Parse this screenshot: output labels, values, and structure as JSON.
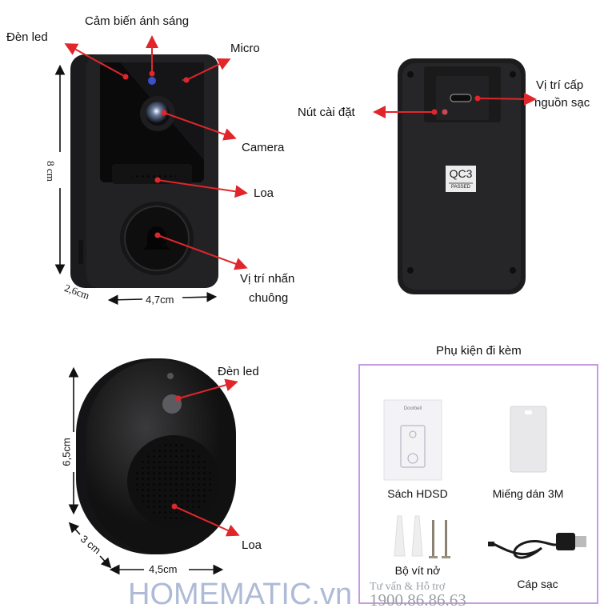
{
  "front_view": {
    "labels": {
      "led": "Đèn led",
      "light_sensor": "Cảm biến ánh sáng",
      "micro": "Micro",
      "camera": "Camera",
      "speaker": "Loa",
      "bell_press_line1": "Vị trí nhấn",
      "bell_press_line2": "chuông"
    },
    "dimensions": {
      "height": "8 cm",
      "depth": "2,6cm",
      "width": "4,7cm"
    }
  },
  "back_view": {
    "labels": {
      "setup_button": "Nút cài đặt",
      "charge_port_line1": "Vị trí cấp",
      "charge_port_line2": "nguồn sạc"
    },
    "badge": {
      "top": "QC3",
      "bottom": "PASSED"
    }
  },
  "chime_view": {
    "labels": {
      "led": "Đèn led",
      "speaker": "Loa"
    },
    "dimensions": {
      "height": "6,5cm",
      "depth": "3 cm",
      "width": "4,5cm"
    }
  },
  "accessories": {
    "title": "Phụ kiện đi kèm",
    "items": [
      {
        "label": "Sách HDSD",
        "icon": "manual-booklet"
      },
      {
        "label": "Miếng dán 3M",
        "icon": "adhesive-sticker"
      },
      {
        "label": "Bộ vít nở",
        "icon": "screws-anchors"
      },
      {
        "label": "Cáp sạc",
        "icon": "usb-cable"
      }
    ],
    "manual_cover_text": "Doorbell",
    "border_color": "#c79be0"
  },
  "watermark": {
    "brand": "HOMEMATIC.vn",
    "support": "Tư vấn & Hỗ trợ",
    "phone": "1900.86.86.63"
  },
  "colors": {
    "annotation": "#e0262b",
    "device": "#1b1b1d"
  }
}
